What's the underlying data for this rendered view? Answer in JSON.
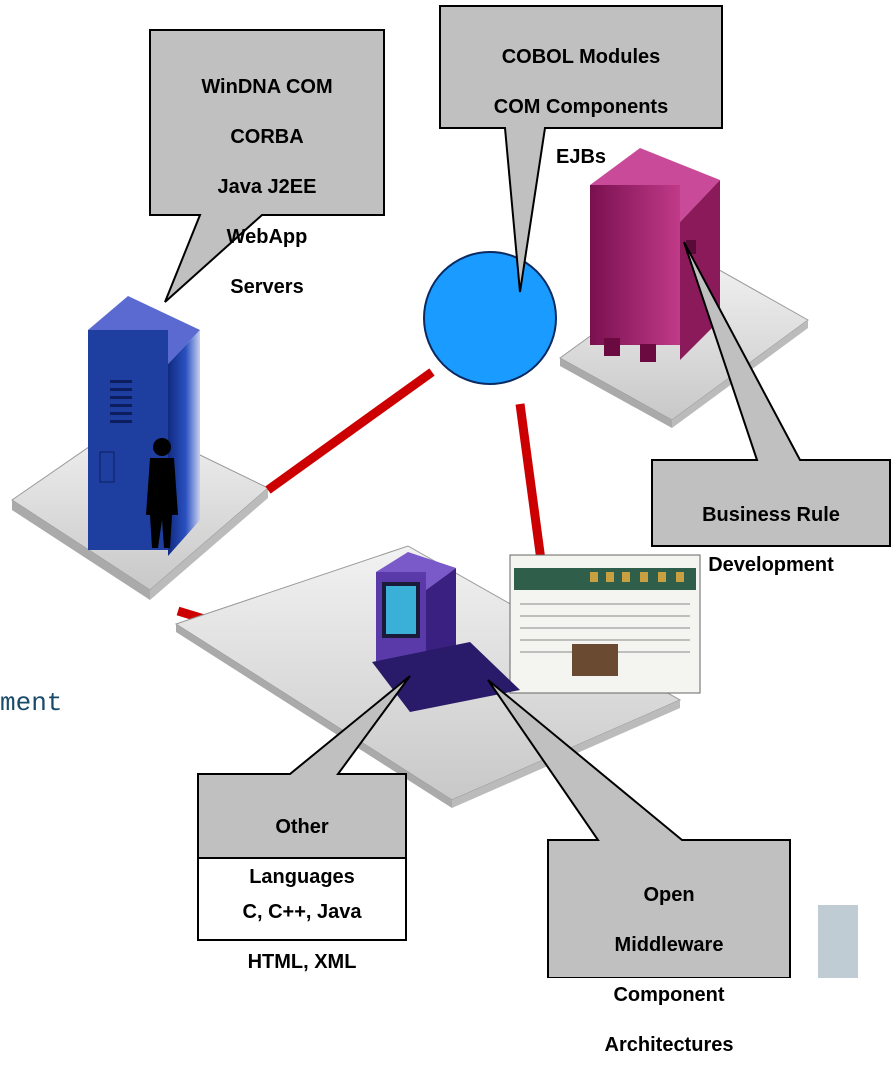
{
  "callouts": {
    "platforms": {
      "lines": [
        "WinDNA COM",
        "CORBA",
        "Java J2EE",
        "WebApp",
        "Servers"
      ]
    },
    "modules": {
      "lines": [
        "COBOL Modules",
        "COM Components",
        "EJBs"
      ]
    },
    "business_rule": {
      "lines": [
        "Business Rule",
        "Development"
      ]
    },
    "other_languages": {
      "title_lines": [
        "Other",
        "Languages"
      ],
      "detail_lines": [
        "C, C++, Java",
        "HTML, XML"
      ]
    },
    "middleware": {
      "lines": [
        "Open",
        "Middleware",
        "Component",
        "Architectures"
      ]
    }
  },
  "fragment_text": "ment",
  "colors": {
    "callout_fill": "#c0c0c0",
    "connector_red": "#cc0000",
    "hub_blue": "#1a9bff",
    "server_blue": "#1f3fa0",
    "server_purple": "#a0206a",
    "pc_purple": "#4a2a9a"
  },
  "icons": {
    "hub": "network-hub-circle",
    "left_server": "tower-server-icon",
    "right_server": "tower-server-icon",
    "person": "person-silhouette-icon",
    "workstation": "desktop-computer-icon",
    "app_window": "application-window-icon"
  }
}
